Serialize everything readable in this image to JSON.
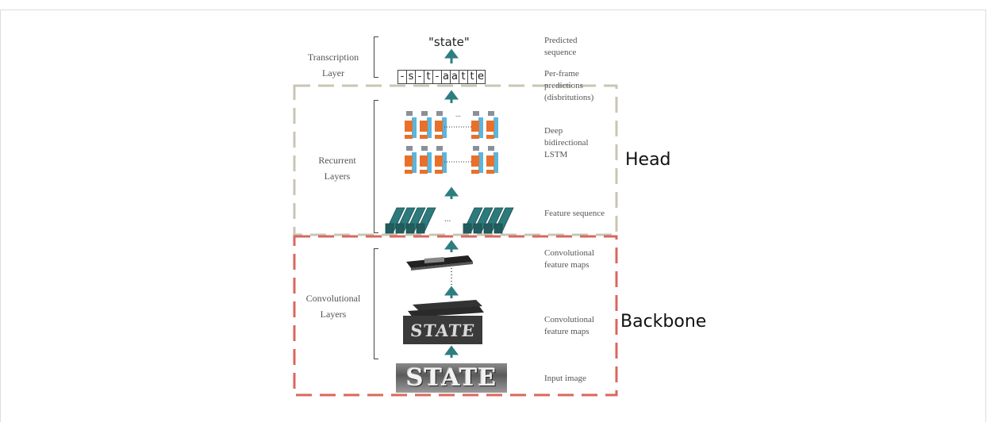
{
  "diagram": {
    "left_labels": {
      "transcription": "Transcription Layer",
      "recurrent": "Recurrent Layers",
      "convolutional": "Convolutional Layers"
    },
    "right_labels": {
      "predicted": "Predicted sequence",
      "per_frame": "Per-frame predictions (disbritutions)",
      "lstm": "Deep bidirectional LSTM",
      "feature_seq": "Feature sequence",
      "conv_maps_top": "Convolutional feature maps",
      "conv_maps_mid": "Convolutional feature maps",
      "input": "Input image"
    },
    "output_word": "\"state\"",
    "frame_sequence": [
      "-",
      "s",
      "-",
      "t",
      "-",
      "a",
      "a",
      "t",
      "t",
      "e"
    ],
    "input_word": "STATE",
    "feature_map_word": "STATE",
    "ellipsis": "...",
    "head_label": "Head",
    "backbone_label": "Backbone",
    "colors": {
      "arrow": "#2e7d80",
      "lstm_cell": "#e8702a",
      "lstm_link": "#5bb5dd",
      "lstm_out": "#8a8f9a",
      "feature_block": "#2c7a7b",
      "head_box": "#c9c5b5",
      "backbone_box": "#d9675e"
    }
  }
}
